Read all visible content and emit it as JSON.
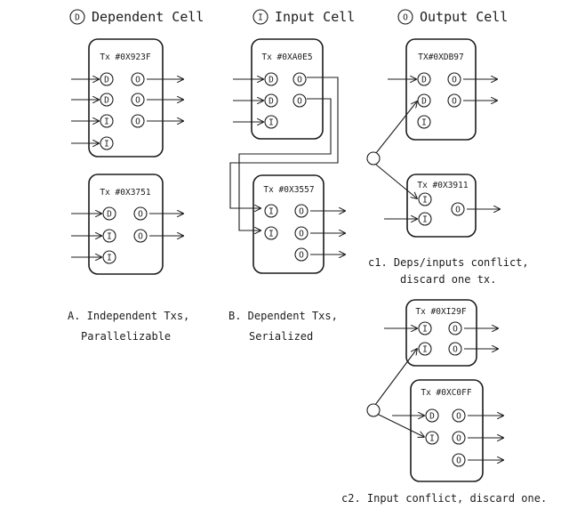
{
  "legend": {
    "dependent": {
      "symbol": "D",
      "label": "Dependent Cell"
    },
    "input": {
      "symbol": "I",
      "label": "Input Cell"
    },
    "output": {
      "symbol": "O",
      "label": "Output Cell"
    }
  },
  "transactions": {
    "tx1": {
      "title": "Tx #0X923F",
      "cells": [
        "D",
        "O",
        "D",
        "O",
        "I",
        "O",
        "I"
      ]
    },
    "tx2": {
      "title": "Tx #0X3751",
      "cells": [
        "D",
        "O",
        "I",
        "O",
        "I"
      ]
    },
    "tx3": {
      "title": "Tx #0XA0E5",
      "cells": [
        "D",
        "O",
        "D",
        "O",
        "I"
      ]
    },
    "tx4": {
      "title": "Tx #0X3557",
      "cells": [
        "I",
        "O",
        "I",
        "O",
        "O"
      ]
    },
    "tx5": {
      "title": "TX#0XDB97",
      "cells": [
        "D",
        "O",
        "D",
        "O",
        "I"
      ]
    },
    "tx6": {
      "title": "Tx #0X3911",
      "cells": [
        "I",
        "O",
        "I"
      ]
    },
    "tx7": {
      "title": "Tx #0XI29F",
      "cells": [
        "I",
        "O",
        "I",
        "O"
      ]
    },
    "tx8": {
      "title": "Tx #0XC0FF",
      "cells": [
        "D",
        "O",
        "I",
        "O",
        "O"
      ]
    }
  },
  "captions": {
    "a_line1": "A. Independent Txs,",
    "a_line2": "Parallelizable",
    "b_line1": "B. Dependent Txs,",
    "b_line2": "Serialized",
    "c1_line1": "c1.  Deps/inputs conflict,",
    "c1_line2": "discard one tx.",
    "c2": "c2.  Input conflict, discard one."
  }
}
